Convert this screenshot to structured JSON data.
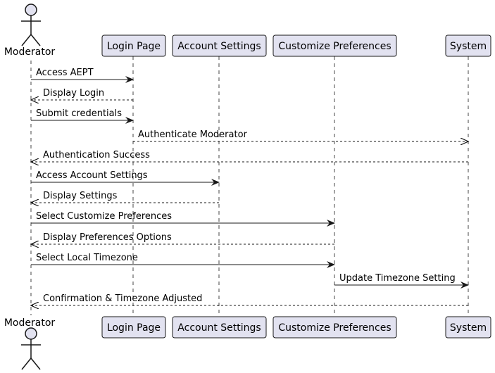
{
  "colors": {
    "participant_fill": "#e2e2f0",
    "participant_stroke": "#181818",
    "lifeline": "#181818",
    "arrow": "#181818",
    "background": "#ffffff"
  },
  "participants": [
    {
      "id": "moderator",
      "label": "Moderator",
      "kind": "actor",
      "icon": "stick-figure-icon"
    },
    {
      "id": "login",
      "label": "Login Page",
      "kind": "box"
    },
    {
      "id": "account",
      "label": "Account Settings",
      "kind": "box"
    },
    {
      "id": "prefs",
      "label": "Customize Preferences",
      "kind": "box"
    },
    {
      "id": "system",
      "label": "System",
      "kind": "box"
    }
  ],
  "messages": [
    {
      "from": "moderator",
      "to": "login",
      "label": "Access AEPT",
      "style": "solid"
    },
    {
      "from": "login",
      "to": "moderator",
      "label": "Display Login",
      "style": "dashed"
    },
    {
      "from": "moderator",
      "to": "login",
      "label": "Submit credentials",
      "style": "solid"
    },
    {
      "from": "login",
      "to": "system",
      "label": "Authenticate Moderator",
      "style": "dashed"
    },
    {
      "from": "system",
      "to": "moderator",
      "label": "Authentication Success",
      "style": "dashed"
    },
    {
      "from": "moderator",
      "to": "account",
      "label": "Access Account Settings",
      "style": "solid"
    },
    {
      "from": "account",
      "to": "moderator",
      "label": "Display Settings",
      "style": "dashed"
    },
    {
      "from": "moderator",
      "to": "prefs",
      "label": "Select Customize Preferences",
      "style": "solid"
    },
    {
      "from": "prefs",
      "to": "moderator",
      "label": "Display Preferences Options",
      "style": "dashed"
    },
    {
      "from": "moderator",
      "to": "prefs",
      "label": "Select Local Timezone",
      "style": "solid"
    },
    {
      "from": "prefs",
      "to": "system",
      "label": "Update Timezone Setting",
      "style": "solid"
    },
    {
      "from": "system",
      "to": "moderator",
      "label": "Confirmation & Timezone Adjusted",
      "style": "dashed"
    }
  ]
}
